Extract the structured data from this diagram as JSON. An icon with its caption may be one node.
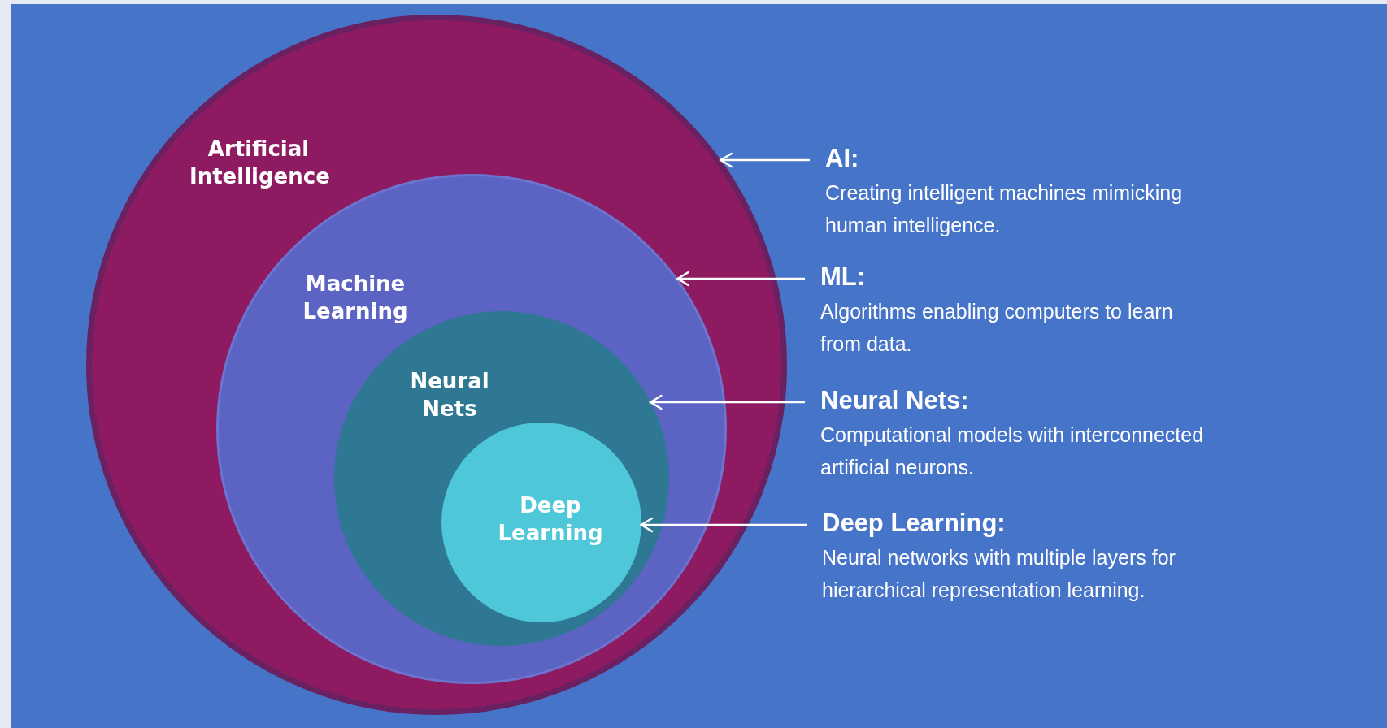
{
  "diagram": {
    "nodes": [
      {
        "text": [
          "Artificial Intelligence"
        ]
      },
      {
        "text": [
          "Machine Learning"
        ],
        "in": 0
      },
      {
        "text": [
          "Neural Nets"
        ],
        "in": 1
      },
      {
        "text": [
          "Deep Learning"
        ],
        "in": 2
      },
      {
        "text": [
          "AI:",
          "Creating intelligent machines mimicking human intelligence."
        ]
      },
      {
        "text": [
          "ML:",
          "Algorithms enabling computers to learn from data."
        ]
      },
      {
        "text": [
          "Neural Nets:",
          "Computational models with interconnected artificial neurons."
        ]
      },
      {
        "text": [
          "Deep Learning:",
          "Neural networks with multiple layers for hierarchical representation learning."
        ]
      }
    ],
    "edges": [
      {
        "from": 4,
        "to": 0,
        "arrow": "to"
      },
      {
        "from": 5,
        "to": 1,
        "arrow": "to"
      },
      {
        "from": 6,
        "to": 2,
        "arrow": "to"
      },
      {
        "from": 7,
        "to": 3,
        "arrow": "to"
      }
    ]
  }
}
